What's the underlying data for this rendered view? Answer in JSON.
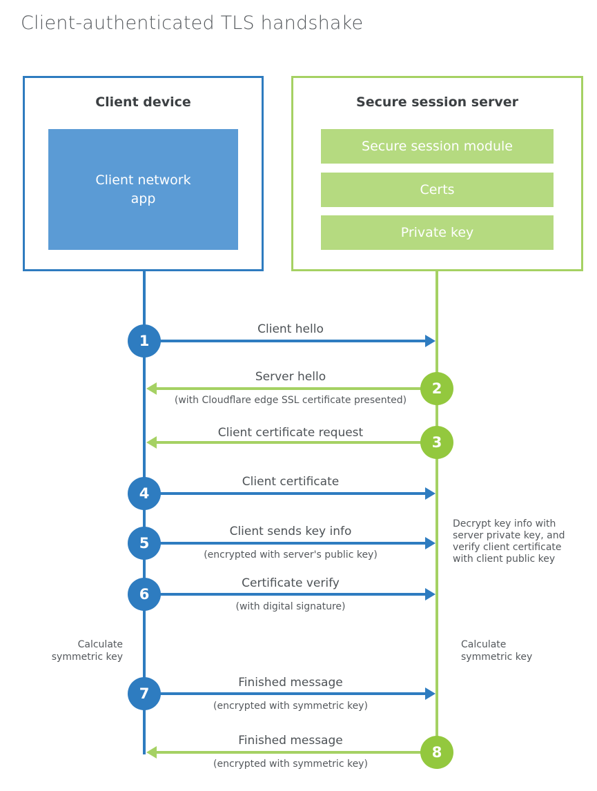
{
  "title": "Client-authenticated TLS handshake",
  "client": {
    "title": "Client device",
    "app_label": "Client network\napp"
  },
  "server": {
    "title": "Secure session server",
    "modules": [
      "Secure session module",
      "Certs",
      "Private key"
    ]
  },
  "messages": [
    {
      "step": "1",
      "from": "client",
      "to": "server",
      "label": "Client hello",
      "sub": ""
    },
    {
      "step": "2",
      "from": "server",
      "to": "client",
      "label": "Server hello",
      "sub": "(with Cloudflare edge SSL certificate presented)"
    },
    {
      "step": "3",
      "from": "server",
      "to": "client",
      "label": "Client certificate request",
      "sub": ""
    },
    {
      "step": "4",
      "from": "client",
      "to": "server",
      "label": "Client certificate",
      "sub": ""
    },
    {
      "step": "5",
      "from": "client",
      "to": "server",
      "label": "Client sends key info",
      "sub": "(encrypted with server's public key)"
    },
    {
      "step": "6",
      "from": "client",
      "to": "server",
      "label": "Certificate verify",
      "sub": "(with digital signature)"
    },
    {
      "step": "7",
      "from": "client",
      "to": "server",
      "label": "Finished message",
      "sub": "(encrypted with symmetric key)"
    },
    {
      "step": "8",
      "from": "server",
      "to": "client",
      "label": "Finished message",
      "sub": "(encrypted with symmetric key)"
    }
  ],
  "annotations": {
    "server_note": "Decrypt key info with\nserver private key, and\nverify client certificate\nwith client public key",
    "client_calc": "Calculate\nsymmetric key",
    "server_calc": "Calculate\nsymmetric key"
  },
  "colors": {
    "client_primary": "#2e7cc0",
    "client_border": "#2e7bbf",
    "client_fill": "#5b9bd5",
    "server_line": "#a5d163",
    "server_circle": "#93c83e",
    "server_fill": "#b5da80"
  }
}
